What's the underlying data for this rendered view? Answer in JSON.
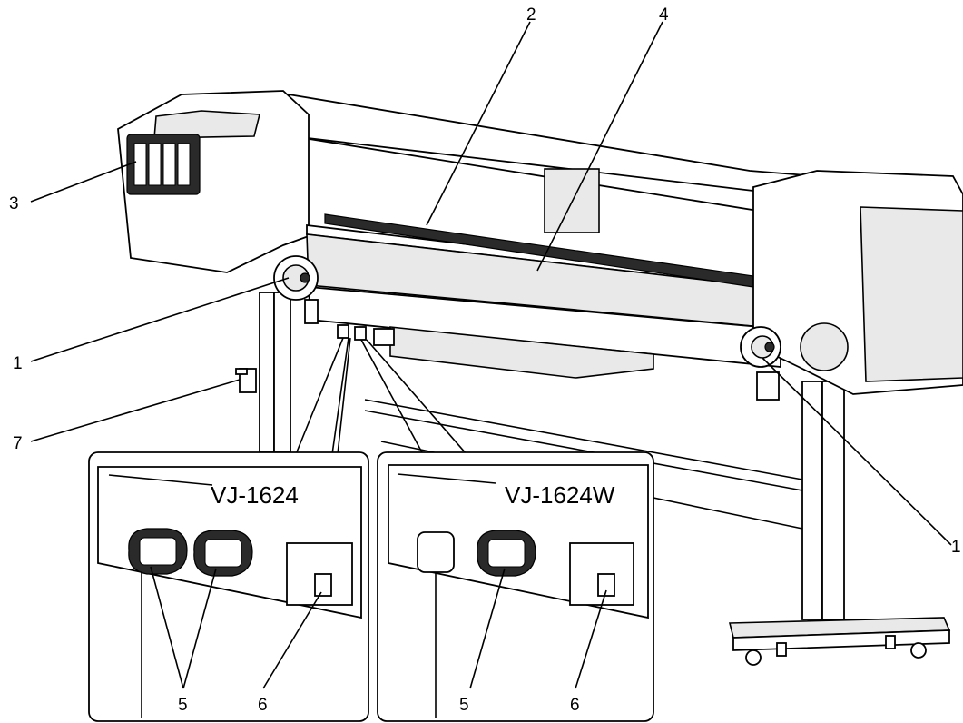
{
  "callouts": {
    "c1": "1",
    "c1b": "1",
    "c2": "2",
    "c3": "3",
    "c4": "4",
    "c5a": "5",
    "c5b": "5",
    "c6a": "6",
    "c6b": "6",
    "c7": "7"
  },
  "insets": {
    "left": {
      "model": "VJ-1624"
    },
    "right": {
      "model": "VJ-1624W"
    }
  }
}
